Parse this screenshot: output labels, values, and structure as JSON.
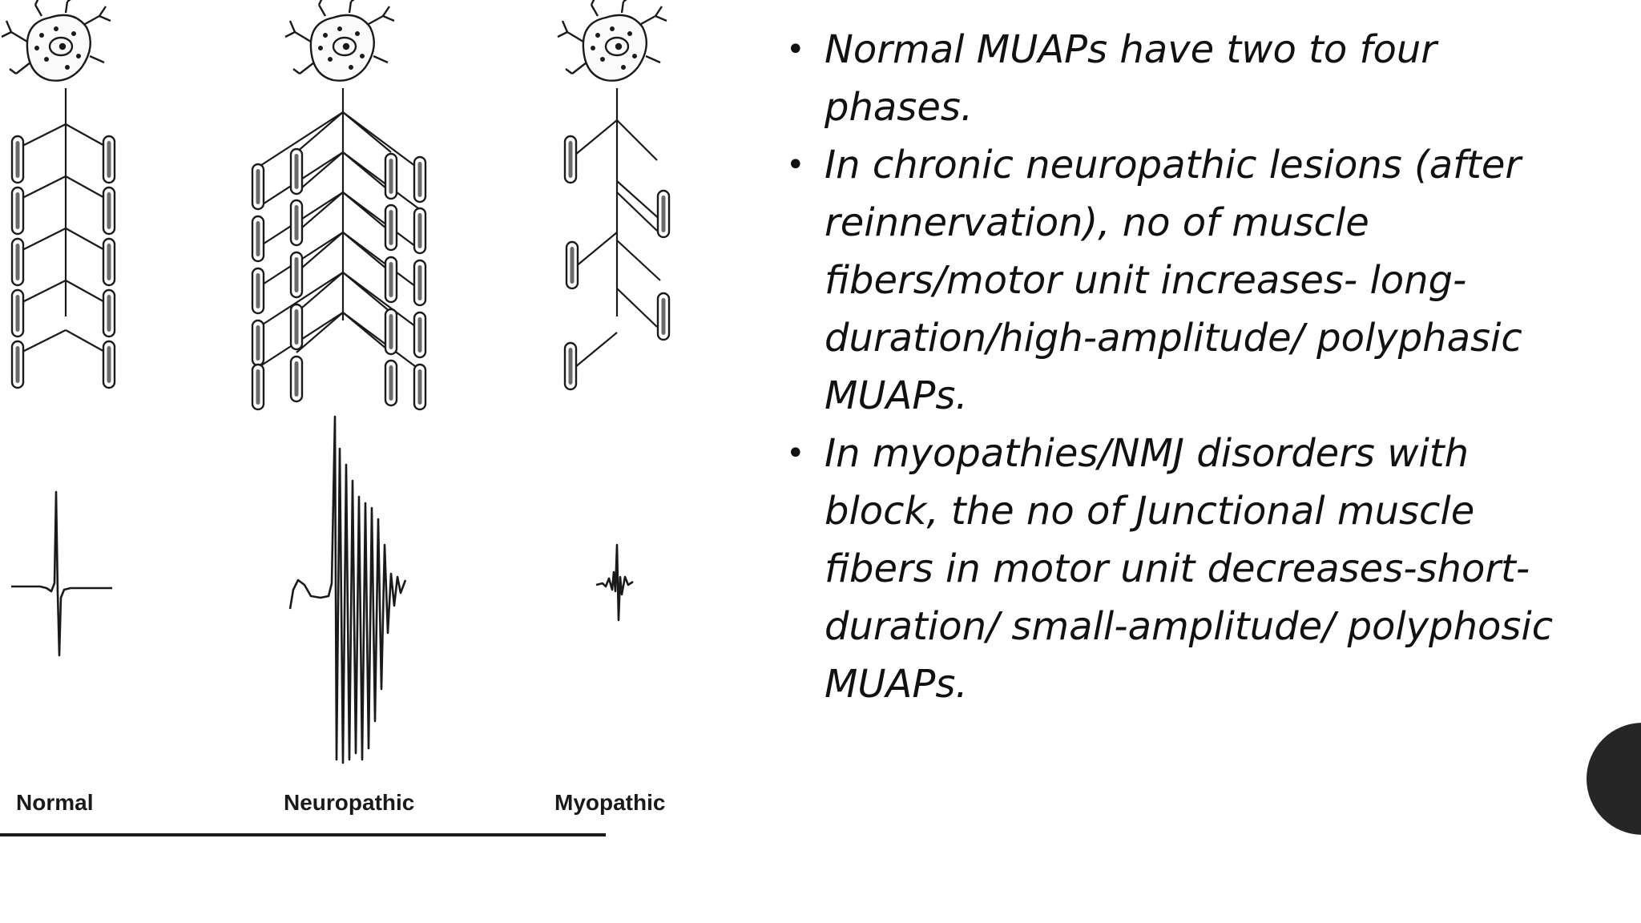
{
  "figure": {
    "labels": [
      "Normal",
      "Neuropathic",
      "Myopathic"
    ]
  },
  "bullets": [
    "Normal MUAPs have two to four phases.",
    "In chronic neuropathic lesions (after reinnervation), no of muscle fibers/motor unit increases- long-duration/high-amplitude/ polyphasic MUAPs.",
    "In myopathies/NMJ disorders with block, the no of Junctional muscle fibers in motor unit decreases-short-duration/ small-amplitude/ polyphosic MUAPs."
  ]
}
